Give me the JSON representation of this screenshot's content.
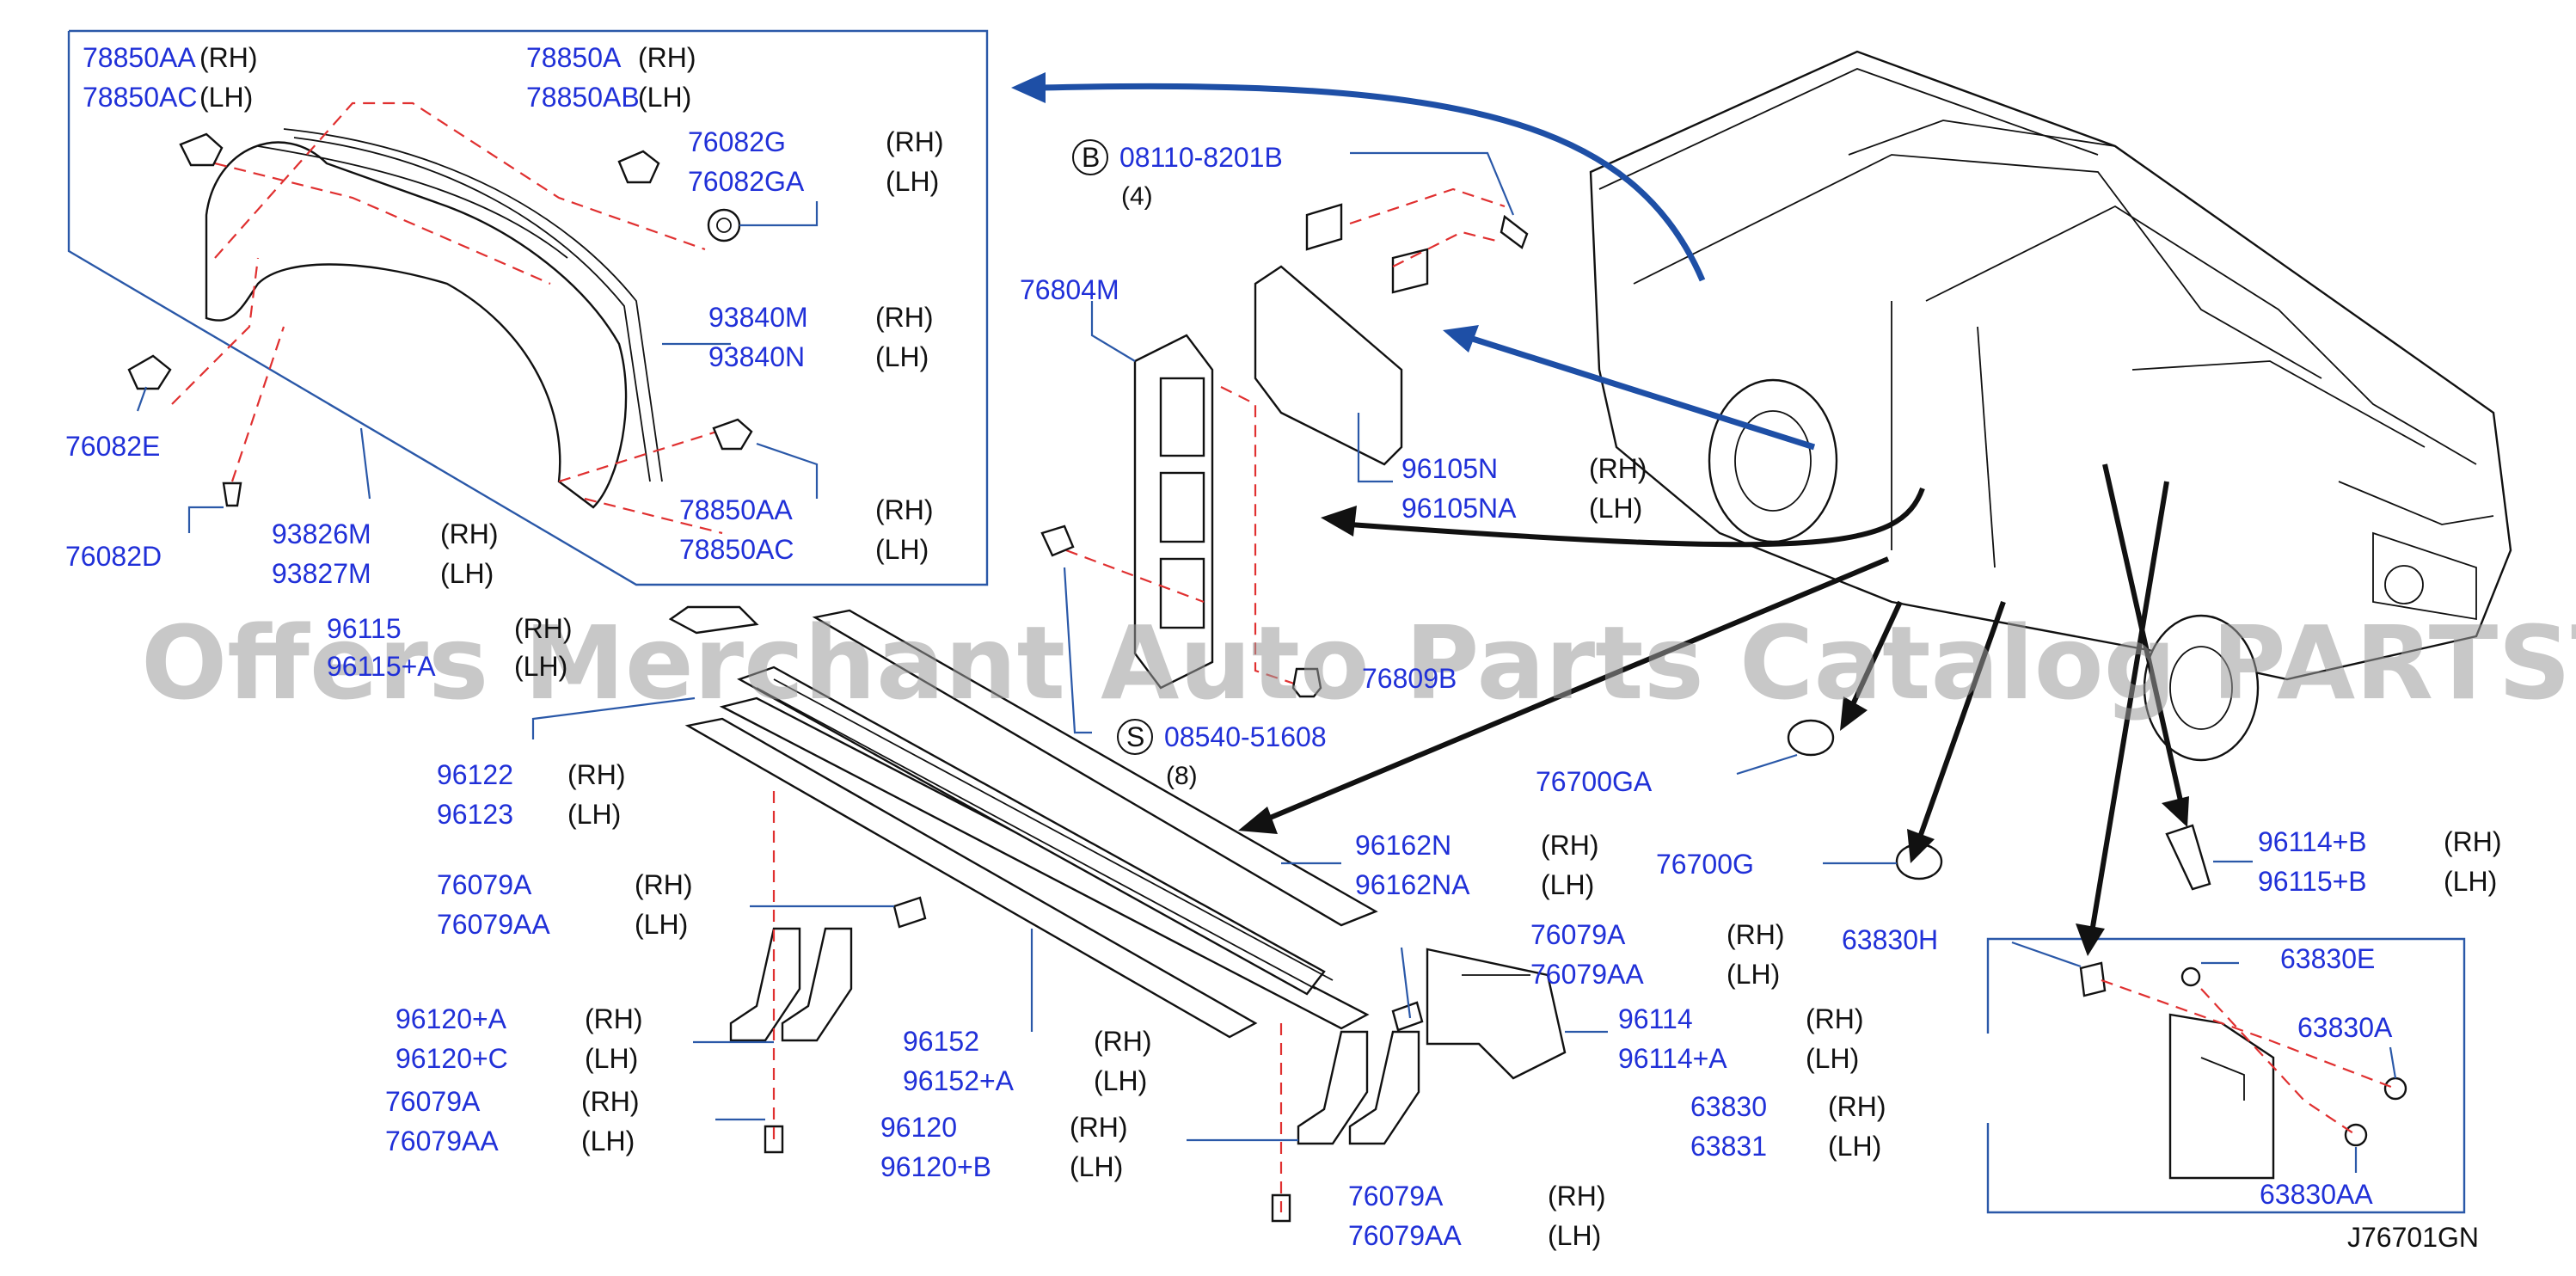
{
  "watermark": "Offers Merchant Auto Parts Catalog PARTSTORE.SA",
  "diagram_code": "J76701GN",
  "callouts": [
    {
      "id": "c1",
      "part": "78850AA",
      "side": "(RH)"
    },
    {
      "id": "c2",
      "part": "78850AC",
      "side": "(LH)"
    },
    {
      "id": "c3",
      "part": "78850A",
      "side": "(RH)"
    },
    {
      "id": "c4",
      "part": "78850AB",
      "side": "(LH)"
    },
    {
      "id": "c5",
      "part": "76082G",
      "side": "(RH)"
    },
    {
      "id": "c6",
      "part": "76082GA",
      "side": "(LH)"
    },
    {
      "id": "c7",
      "part": "93840M",
      "side": "(RH)"
    },
    {
      "id": "c8",
      "part": "93840N",
      "side": "(LH)"
    },
    {
      "id": "c9",
      "part": "76082E",
      "side": ""
    },
    {
      "id": "c10",
      "part": "78850AA",
      "side": "(RH)"
    },
    {
      "id": "c11",
      "part": "78850AC",
      "side": "(LH)"
    },
    {
      "id": "c12",
      "part": "76082D",
      "side": ""
    },
    {
      "id": "c13",
      "part": "93826M",
      "side": "(RH)"
    },
    {
      "id": "c14",
      "part": "93827M",
      "side": "(LH)"
    },
    {
      "id": "c15",
      "part": "08110-8201B",
      "side": "",
      "badge": "B",
      "qty": "(4)"
    },
    {
      "id": "c16",
      "part": "76804M",
      "side": ""
    },
    {
      "id": "c17",
      "part": "96105N",
      "side": "(RH)"
    },
    {
      "id": "c18",
      "part": "96105NA",
      "side": "(LH)"
    },
    {
      "id": "c19",
      "part": "96115",
      "side": "(RH)"
    },
    {
      "id": "c20",
      "part": "96115+A",
      "side": "(LH)"
    },
    {
      "id": "c21",
      "part": "76809B",
      "side": ""
    },
    {
      "id": "c22",
      "part": "08540-51608",
      "side": "",
      "badge": "S",
      "qty": "(8)"
    },
    {
      "id": "c23",
      "part": "96122",
      "side": "(RH)"
    },
    {
      "id": "c24",
      "part": "96123",
      "side": "(LH)"
    },
    {
      "id": "c25",
      "part": "76700GA",
      "side": ""
    },
    {
      "id": "c26",
      "part": "96162N",
      "side": "(RH)"
    },
    {
      "id": "c27",
      "part": "96162NA",
      "side": "(LH)"
    },
    {
      "id": "c28",
      "part": "76700G",
      "side": ""
    },
    {
      "id": "c29",
      "part": "96114+B",
      "side": "(RH)"
    },
    {
      "id": "c30",
      "part": "96115+B",
      "side": "(LH)"
    },
    {
      "id": "c31",
      "part": "76079A",
      "side": "(RH)"
    },
    {
      "id": "c32",
      "part": "76079AA",
      "side": "(LH)"
    },
    {
      "id": "c33",
      "part": "76079A",
      "side": "(RH)"
    },
    {
      "id": "c34",
      "part": "76079AA",
      "side": "(LH)"
    },
    {
      "id": "c35",
      "part": "63830H",
      "side": ""
    },
    {
      "id": "c36",
      "part": "63830E",
      "side": ""
    },
    {
      "id": "c37",
      "part": "96114",
      "side": "(RH)"
    },
    {
      "id": "c38",
      "part": "96114+A",
      "side": "(LH)"
    },
    {
      "id": "c39",
      "part": "63830A",
      "side": ""
    },
    {
      "id": "c40",
      "part": "96120+A",
      "side": "(RH)"
    },
    {
      "id": "c41",
      "part": "96120+C",
      "side": "(LH)"
    },
    {
      "id": "c42",
      "part": "96152",
      "side": "(RH)"
    },
    {
      "id": "c43",
      "part": "96152+A",
      "side": "(LH)"
    },
    {
      "id": "c44",
      "part": "63830",
      "side": "(RH)"
    },
    {
      "id": "c45",
      "part": "63831",
      "side": "(LH)"
    },
    {
      "id": "c46",
      "part": "76079A",
      "side": "(RH)"
    },
    {
      "id": "c47",
      "part": "76079AA",
      "side": "(LH)"
    },
    {
      "id": "c48",
      "part": "96120",
      "side": "(RH)"
    },
    {
      "id": "c49",
      "part": "96120+B",
      "side": "(LH)"
    },
    {
      "id": "c50",
      "part": "63830AA",
      "side": ""
    },
    {
      "id": "c51",
      "part": "76079A",
      "side": "(RH)"
    },
    {
      "id": "c52",
      "part": "76079AA",
      "side": "(LH)"
    }
  ]
}
